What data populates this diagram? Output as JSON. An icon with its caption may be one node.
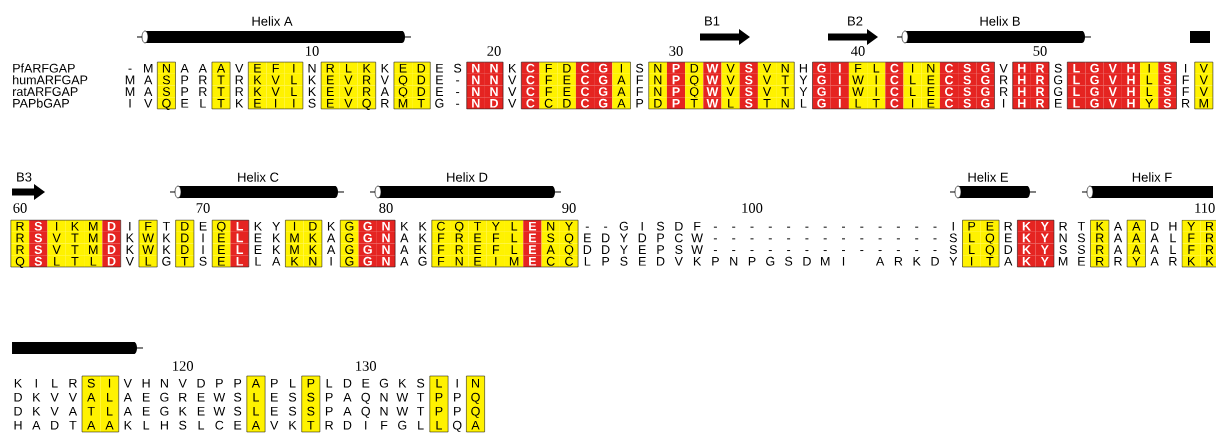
{
  "diagram": {
    "labels": [
      "Helix A",
      "B1",
      "B2",
      "Helix B",
      "10",
      "20",
      "30",
      "40",
      "50",
      "PfARFGAP",
      "-",
      "M",
      "N",
      "A",
      "A",
      "A",
      "V",
      "E",
      "F",
      "I",
      "N",
      "R",
      "L",
      "K",
      "K",
      "E",
      "D",
      "E",
      "S",
      "N",
      "N",
      "K",
      "C",
      "F",
      "D",
      "C",
      "G",
      "I",
      "S",
      "N",
      "P",
      "D",
      "W",
      "V",
      "S",
      "V",
      "N",
      "H",
      "G",
      "I",
      "F",
      "L",
      "C",
      "I",
      "N",
      "C",
      "S",
      "G",
      "V",
      "H",
      "R",
      "S",
      "L",
      "G",
      "V",
      "H",
      "I",
      "S",
      "I",
      "V",
      "humARFGAP",
      "M",
      "A",
      "S",
      "P",
      "R",
      "T",
      "R",
      "K",
      "V",
      "L",
      "K",
      "E",
      "V",
      "R",
      "V",
      "Q",
      "D",
      "E",
      "-",
      "N",
      "N",
      "V",
      "C",
      "F",
      "E",
      "C",
      "G",
      "A",
      "F",
      "N",
      "P",
      "Q",
      "W",
      "V",
      "S",
      "V",
      "T",
      "Y",
      "G",
      "I",
      "W",
      "I",
      "C",
      "L",
      "E",
      "C",
      "S",
      "G",
      "R",
      "H",
      "R",
      "G",
      "L",
      "G",
      "V",
      "H",
      "L",
      "S",
      "F",
      "V",
      "ratARFGAP",
      "M",
      "A",
      "S",
      "P",
      "R",
      "T",
      "R",
      "K",
      "V",
      "L",
      "K",
      "E",
      "V",
      "R",
      "A",
      "Q",
      "D",
      "E",
      "-",
      "N",
      "N",
      "V",
      "C",
      "F",
      "E",
      "C",
      "G",
      "A",
      "F",
      "N",
      "P",
      "Q",
      "W",
      "V",
      "S",
      "V",
      "T",
      "Y",
      "G",
      "I",
      "W",
      "I",
      "C",
      "L",
      "E",
      "C",
      "S",
      "G",
      "R",
      "H",
      "R",
      "G",
      "L",
      "G",
      "V",
      "H",
      "L",
      "S",
      "F",
      "V",
      "PAPbGAP",
      "I",
      "V",
      "Q",
      "E",
      "L",
      "T",
      "K",
      "E",
      "I",
      "I",
      "S",
      "E",
      "V",
      "Q",
      "R",
      "M",
      "T",
      "G",
      "-",
      "N",
      "D",
      "V",
      "C",
      "C",
      "D",
      "C",
      "G",
      "A",
      "P",
      "D",
      "P",
      "T",
      "W",
      "L",
      "S",
      "T",
      "N",
      "L",
      "G",
      "I",
      "L",
      "T",
      "C",
      "I",
      "E",
      "C",
      "S",
      "G",
      "I",
      "H",
      "R",
      "E",
      "L",
      "G",
      "V",
      "H",
      "Y",
      "S",
      "R",
      "M",
      "B3",
      "Helix C",
      "Helix D",
      "Helix E",
      "Helix F",
      "60",
      "70",
      "80",
      "90",
      "100",
      "110",
      "R",
      "S",
      "I",
      "K",
      "M",
      "D",
      "I",
      "F",
      "T",
      "D",
      "E",
      "Q",
      "L",
      "K",
      "Y",
      "I",
      "D",
      "K",
      "G",
      "G",
      "N",
      "K",
      "K",
      "C",
      "Q",
      "T",
      "Y",
      "L",
      "E",
      "N",
      "Y",
      "-",
      "-",
      "G",
      "I",
      "S",
      "D",
      "F",
      "-",
      "-",
      "-",
      "-",
      "-",
      "-",
      "-",
      "-",
      "-",
      "-",
      "-",
      "-",
      "-",
      "I",
      "P",
      "E",
      "R",
      "K",
      "Y",
      "R",
      "T",
      "K",
      "A",
      "A",
      "D",
      "H",
      "Y",
      "R",
      "R",
      "S",
      "V",
      "T",
      "M",
      "D",
      "K",
      "W",
      "K",
      "D",
      "I",
      "E",
      "L",
      "E",
      "K",
      "M",
      "K",
      "A",
      "G",
      "G",
      "N",
      "A",
      "K",
      "F",
      "R",
      "E",
      "F",
      "L",
      "E",
      "S",
      "Q",
      "E",
      "D",
      "Y",
      "D",
      "P",
      "C",
      "W",
      "-",
      "-",
      "-",
      "-",
      "-",
      "-",
      "-",
      "-",
      "-",
      "-",
      "-",
      "-",
      "-",
      "S",
      "L",
      "Q",
      "E",
      "K",
      "Y",
      "N",
      "S",
      "R",
      "A",
      "A",
      "A",
      "L",
      "F",
      "R",
      "R",
      "S",
      "V",
      "T",
      "M",
      "D",
      "K",
      "W",
      "K",
      "D",
      "I",
      "E",
      "L",
      "E",
      "K",
      "M",
      "K",
      "A",
      "G",
      "G",
      "N",
      "A",
      "K",
      "F",
      "R",
      "E",
      "F",
      "L",
      "E",
      "A",
      "Q",
      "D",
      "D",
      "Y",
      "E",
      "P",
      "S",
      "W",
      "-",
      "-",
      "-",
      "-",
      "-",
      "-",
      "-",
      "-",
      "-",
      "-",
      "-",
      "-",
      "-",
      "S",
      "L",
      "Q",
      "D",
      "K",
      "Y",
      "S",
      "S",
      "R",
      "A",
      "A",
      "A",
      "L",
      "F",
      "R",
      "Q",
      "S",
      "L",
      "T",
      "L",
      "D",
      "V",
      "L",
      "G",
      "T",
      "S",
      "E",
      "L",
      "L",
      "A",
      "K",
      "N",
      "I",
      "G",
      "G",
      "N",
      "A",
      "G",
      "F",
      "N",
      "E",
      "I",
      "M",
      "E",
      "C",
      "C",
      "L",
      "P",
      "S",
      "E",
      "D",
      "V",
      "K",
      "P",
      "N",
      "P",
      "G",
      "S",
      "D",
      "M",
      "I",
      "A",
      "R",
      "K",
      "D",
      "Y",
      "I",
      "T",
      "A",
      "K",
      "Y",
      "M",
      "E",
      "R",
      "R",
      "Y",
      "A",
      "R",
      "K",
      "K",
      "120",
      "130",
      "K",
      "I",
      "L",
      "R",
      "S",
      "I",
      "V",
      "H",
      "N",
      "V",
      "D",
      "P",
      "P",
      "A",
      "P",
      "L",
      "P",
      "L",
      "D",
      "E",
      "G",
      "K",
      "S",
      "L",
      "I",
      "N",
      "D",
      "K",
      "V",
      "V",
      "A",
      "L",
      "A",
      "E",
      "G",
      "R",
      "E",
      "W",
      "S",
      "L",
      "E",
      "S",
      "S",
      "P",
      "A",
      "Q",
      "N",
      "W",
      "T",
      "P",
      "P",
      "Q",
      "D",
      "K",
      "V",
      "A",
      "T",
      "L",
      "A",
      "E",
      "G",
      "K",
      "E",
      "W",
      "S",
      "L",
      "E",
      "S",
      "S",
      "P",
      "A",
      "Q",
      "N",
      "W",
      "T",
      "P",
      "P",
      "Q",
      "H",
      "A",
      "D",
      "T",
      "A",
      "A",
      "K",
      "L",
      "H",
      "S",
      "L",
      "C",
      "E",
      "A",
      "V",
      "K",
      "T",
      "R",
      "D",
      "I",
      "F",
      "G",
      "L",
      "L",
      "Q",
      "A"
    ]
  }
}
